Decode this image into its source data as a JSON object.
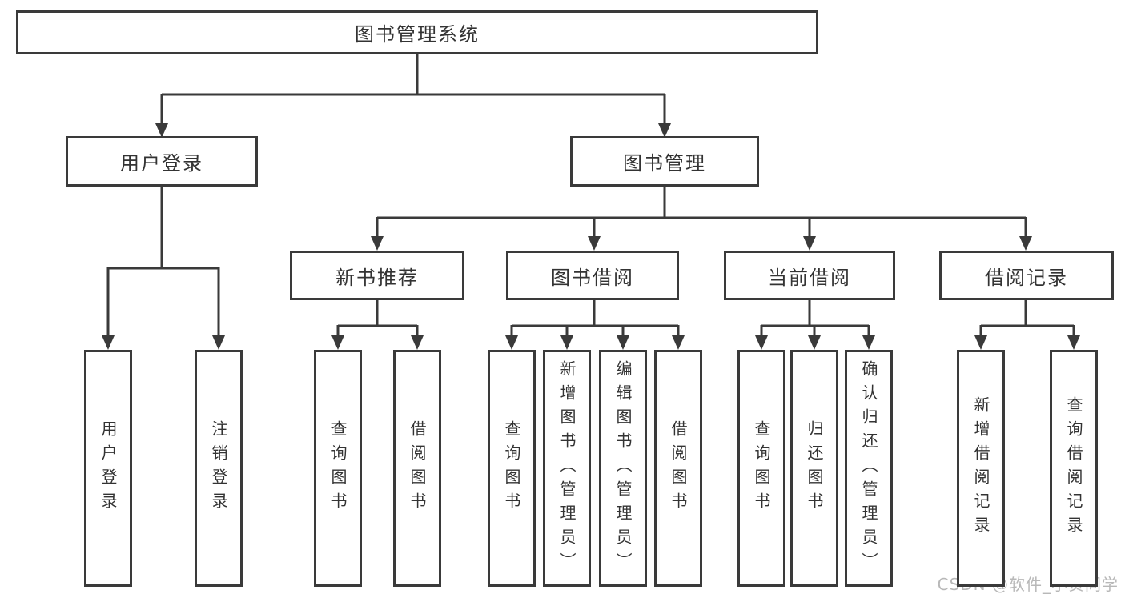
{
  "diagram_title": "图书管理系统",
  "nodes": [
    {
      "id": "root",
      "label": "图书管理系统"
    },
    {
      "id": "login",
      "label": "用户登录"
    },
    {
      "id": "mgmt",
      "label": "图书管理"
    },
    {
      "id": "rec",
      "label": "新书推荐"
    },
    {
      "id": "borrow",
      "label": "图书借阅"
    },
    {
      "id": "current",
      "label": "当前借阅"
    },
    {
      "id": "records",
      "label": "借阅记录"
    },
    {
      "id": "login-user",
      "label": "用户登录"
    },
    {
      "id": "login-logout",
      "label": "注销登录"
    },
    {
      "id": "rec-query",
      "label": "查询图书"
    },
    {
      "id": "rec-borrow",
      "label": "借阅图书"
    },
    {
      "id": "borrow-query",
      "label": "查询图书"
    },
    {
      "id": "borrow-add",
      "label": "新增图书（管理员）"
    },
    {
      "id": "borrow-edit",
      "label": "编辑图书（管理员）"
    },
    {
      "id": "borrow-borrow",
      "label": "借阅图书"
    },
    {
      "id": "cur-query",
      "label": "查询图书"
    },
    {
      "id": "cur-return",
      "label": "归还图书"
    },
    {
      "id": "cur-confirm",
      "label": "确认归还（管理员）"
    },
    {
      "id": "recd-add",
      "label": "新增借阅记录"
    },
    {
      "id": "recd-query",
      "label": "查询借阅记录"
    }
  ],
  "watermark": {
    "text": "CSDN @软件_小贺同学"
  },
  "colors": {
    "line": "#3a3a3a",
    "text": "#333333",
    "watermark": "#b8b8b8",
    "background": "#ffffff"
  }
}
